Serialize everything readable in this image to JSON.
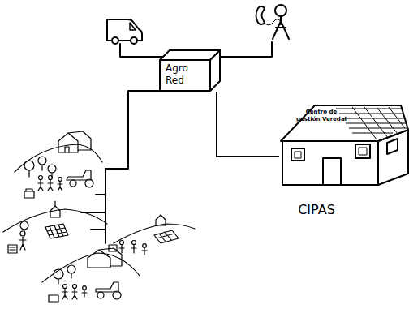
{
  "diagram": {
    "nodes": [
      {
        "text": [
          "Agro Red"
        ]
      },
      {
        "text": [
          "Centro de gestión Veredal",
          "CIPAS"
        ]
      }
    ],
    "edges": [
      {
        "from": 0,
        "to": 1,
        "arrow": "none"
      }
    ]
  }
}
